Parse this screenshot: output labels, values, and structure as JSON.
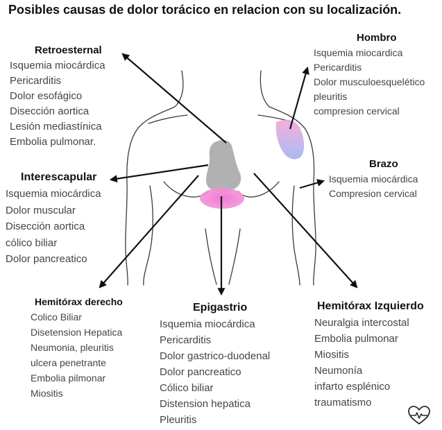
{
  "title": "Posibles causas de dolor torácico en relacion con su localización.",
  "groups": {
    "retroesternal": {
      "heading": "Retroesternal",
      "items": [
        "Isquemia miocárdica",
        "Pericarditis",
        "Dolor esofágico",
        "Disección aortica",
        "Lesión mediastínica",
        "Embolia pulmonar."
      ]
    },
    "hombro": {
      "heading": "Hombro",
      "items": [
        "Isquemia miocardica",
        "Pericarditis",
        "Dolor musculoesquelético",
        "pleuritis",
        "compresion cervical"
      ]
    },
    "brazo": {
      "heading": "Brazo",
      "items": [
        "Isquemia miocárdica",
        "Compresion cervical"
      ]
    },
    "interescapular": {
      "heading": "Interescapular",
      "items": [
        "Isquemia miocárdica",
        "Dolor muscular",
        "Disección aortica",
        "cólico biliar",
        "Dolor pancreatico"
      ]
    },
    "hemitorax_derecho": {
      "heading": "Hemitórax derecho",
      "items": [
        "Colico Biliar",
        "Disetension Hepatica",
        "Neumonia, pleuritis",
        "ulcera penetrante",
        "Embolia pilmonar",
        "Miositis"
      ]
    },
    "epigastrio": {
      "heading": "Epigastrio",
      "items": [
        "Isquemia miocárdica",
        "Pericarditis",
        "Dolor gastrico-duodenal",
        "Dolor pancreatico",
        "Cólico biliar",
        "Distension hepatica",
        "Pleuritis"
      ]
    },
    "hemitorax_izquierdo": {
      "heading": "Hemitórax Izquierdo",
      "items": [
        "Neuralgia intercostal",
        "Embolia pulmonar",
        "Miositis",
        "Neumonía",
        "infarto esplénico",
        "traumatismo"
      ]
    }
  },
  "colors": {
    "retroesternal_zone": "#a9a9a9",
    "epigastrio_zone": "#f06ccf",
    "hombro_zone_top": "#f3a6d8",
    "hombro_zone_bottom": "#9fb4f2",
    "arrow": "#111111",
    "body_outline": "#3a3a3a",
    "logo": "#2a2a2a"
  },
  "icons": {
    "logo": "heart-pulse-icon"
  }
}
